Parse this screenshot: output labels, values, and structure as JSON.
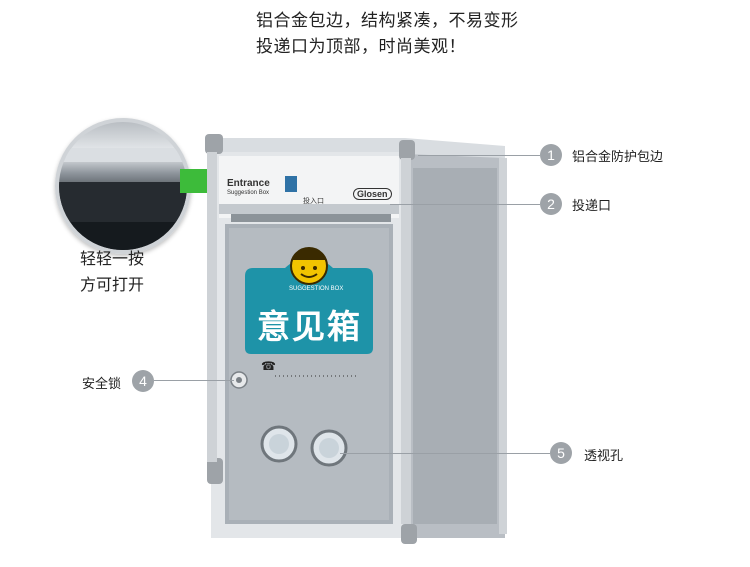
{
  "headline": {
    "line1": "铝合金包边，结构紧凑，不易变形",
    "line2": "投递口为顶部，时尚美观！"
  },
  "zoom_caption": {
    "line1": "轻轻一按",
    "line2": "方可打开"
  },
  "product": {
    "sign_text": "意见箱",
    "sign_arc_text": "SUGGESTION BOX",
    "entrance_text": "Entrance",
    "entrance_sub": "Suggestion Box",
    "slot_label": "投入口",
    "brand": "Glosen"
  },
  "callouts": [
    {
      "num": "1",
      "label": "铝合金防护包边"
    },
    {
      "num": "2",
      "label": "投递口"
    },
    {
      "num": "4",
      "label": "安全锁"
    },
    {
      "num": "5",
      "label": "透视孔"
    }
  ],
  "colors": {
    "sign_teal": "#1e93a8",
    "arrow_green": "#3dbb3a",
    "callout_gray": "#9ea3a8",
    "panel_gray": "#a9b0b7"
  }
}
